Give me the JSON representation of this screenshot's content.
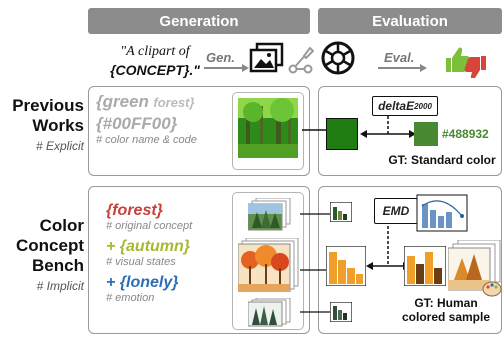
{
  "headers": {
    "generation": "Generation",
    "evaluation": "Evaluation"
  },
  "prompt": {
    "line1": "\"A clipart of",
    "line2": "{CONCEPT}.\""
  },
  "arrows": {
    "gen": "Gen.",
    "eval": "Eval."
  },
  "previous": {
    "title_line1": "Previous",
    "title_line2": "Works",
    "subtitle": "# Explicit",
    "green": "{green",
    "forest": "forest}",
    "hex": "{#00FF00}",
    "note": "# color name & code",
    "metric": "deltaE",
    "metric_sub": "2000",
    "gt_hex": "#488932",
    "gt_label": "GT: Standard color",
    "colors": {
      "generated": "#1f7d12",
      "gt": "#488932"
    }
  },
  "bench": {
    "title_line1": "Color",
    "title_line2": "Concept",
    "title_line3": "Bench",
    "subtitle": "# Implicit",
    "forest": "{forest}",
    "forest_note": "# original concept",
    "autumn": "+ {autumn}",
    "autumn_note": "# visual states",
    "lonely": "+ {lonely}",
    "lonely_note": "# emotion",
    "metric": "EMD",
    "gt_label_line1": "GT: Human",
    "gt_label_line2": "colored sample",
    "colors": {
      "forest": "#c8413b",
      "autumn": "#a8b832",
      "lonely": "#2d6fb5",
      "hist_orange": "#f0a02a",
      "hist_dark": "#6a3d12"
    }
  }
}
